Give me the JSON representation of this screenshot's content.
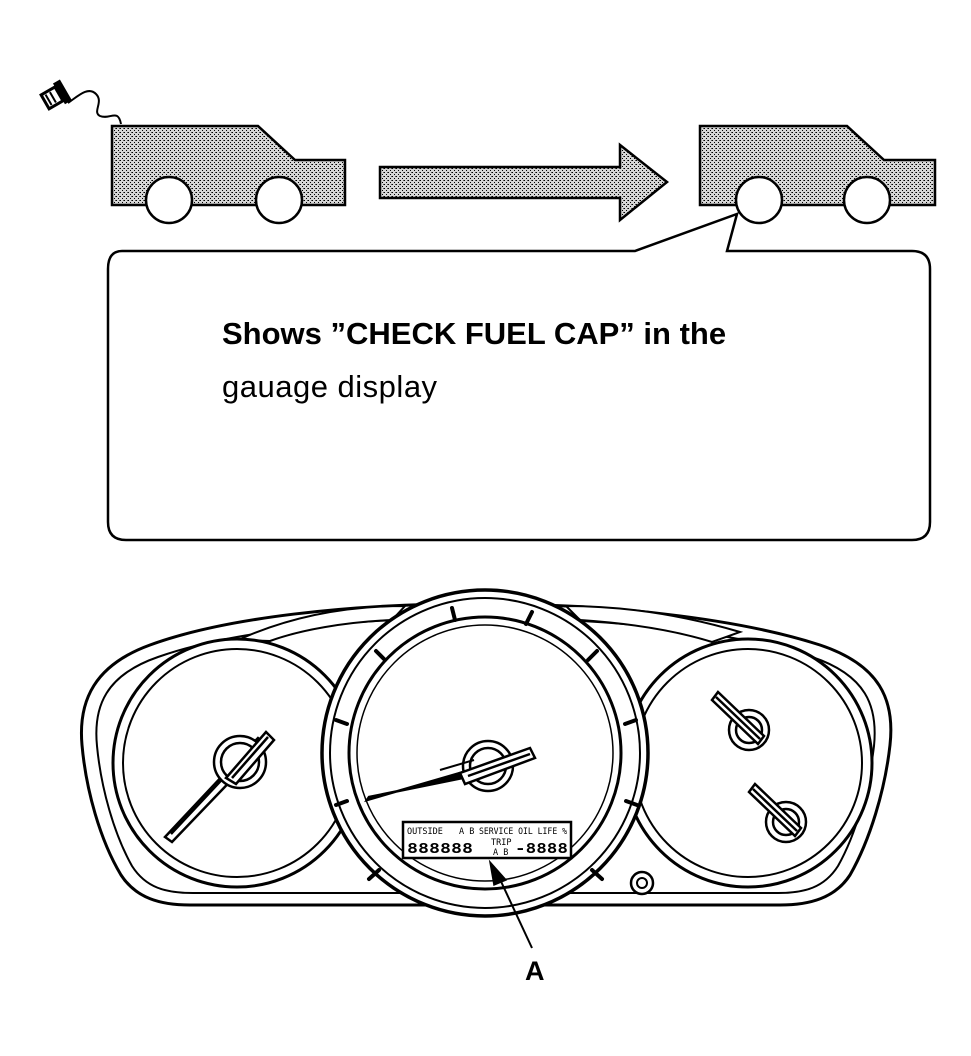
{
  "message": {
    "line1": "Shows ”CHECK FUEL CAP” in the",
    "line2": "gauage display"
  },
  "display": {
    "top_left": "OUTSIDE",
    "top_mid": "A B",
    "top_right": "SERVICE OIL LIFE %",
    "digits_left": "888888",
    "trip_label": "TRIP",
    "trip_sub": "A B",
    "digits_right": "-8888"
  },
  "callout": {
    "label": "A"
  },
  "icons": [
    "fuel-cap-icon",
    "car-icon",
    "arrow-right-icon",
    "instrument-cluster"
  ],
  "colors": {
    "line": "#000000",
    "fill": "#c8c8c8",
    "background": "#ffffff"
  }
}
